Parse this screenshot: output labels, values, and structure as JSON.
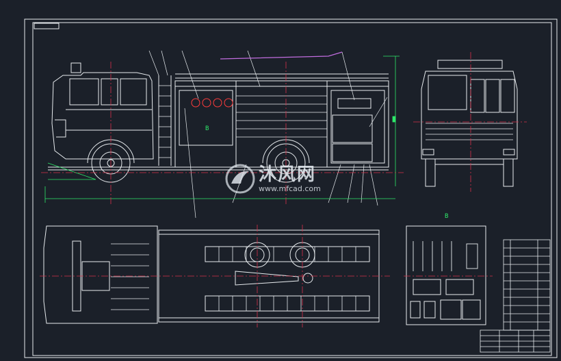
{
  "watermark": {
    "brand_cn": "沐风网",
    "url": "www.mfcad.com",
    "logo": "mfcad-logo"
  },
  "drawing": {
    "section_marker_b_side": "B",
    "section_marker_b_panel": "B"
  },
  "colors": {
    "background": "#1b2029",
    "line": "#e8ecef",
    "centerline": "#d9314a",
    "dimension": "#2ee86a",
    "hose": "#c26de0",
    "accent_red": "#ff3c3c"
  }
}
